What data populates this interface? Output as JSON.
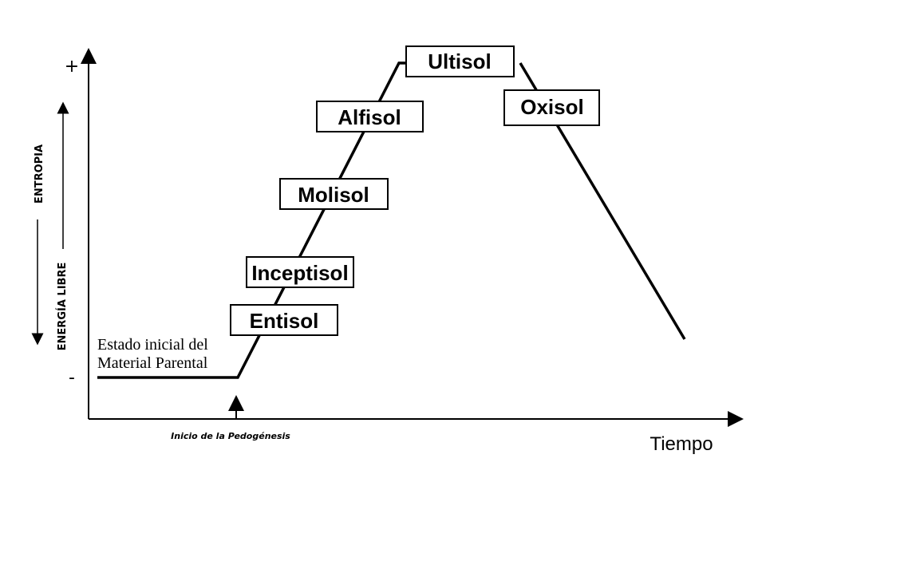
{
  "y_plus": "+",
  "y_minus": "-",
  "entropy_label": "ENTROPIA",
  "free_energy_label": "ENERGÍA LIBRE",
  "initial_state": [
    "Estado inicial del",
    "Material Parental"
  ],
  "pedogenesis_start": "Inicio de la Pedogénesis",
  "x_label": "Tiempo",
  "soil_orders": [
    "Entisol",
    "Inceptisol",
    "Molisol",
    "Alfisol",
    "Ultisol",
    "Oxisol"
  ]
}
